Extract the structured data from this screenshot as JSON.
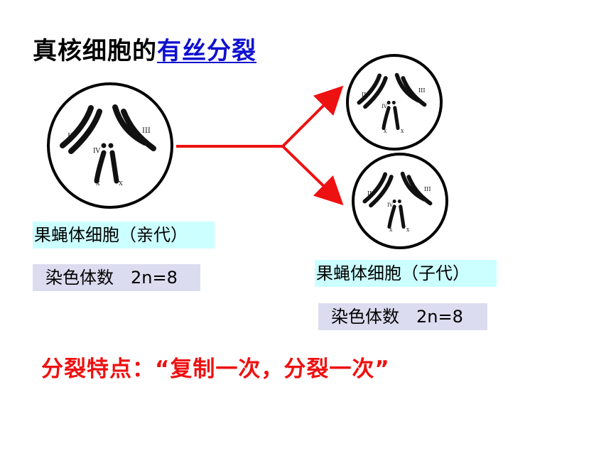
{
  "title": {
    "prefix": "真核细胞的",
    "highlight": "有丝分裂"
  },
  "parent_cell": {
    "label": "果蝇体细胞（亲代）",
    "chromosome_count": "染色体数　2n=8",
    "chromosome_labels": [
      "II",
      "III",
      "IV",
      "X",
      "X"
    ]
  },
  "daughter_cells": {
    "label": "果蝇体细胞（子代）",
    "chromosome_count": "染色体数　2n=8",
    "chromosome_labels": [
      "II",
      "III",
      "IV",
      "X",
      "X"
    ]
  },
  "feature_text": "分裂特点：“复制一次，分裂一次”",
  "colors": {
    "arrow": "#ee1111",
    "title_highlight": "#1010d0",
    "feature": "#ee1111",
    "label_bg": "#ccffff",
    "count_bg": "#dcdcf0"
  }
}
